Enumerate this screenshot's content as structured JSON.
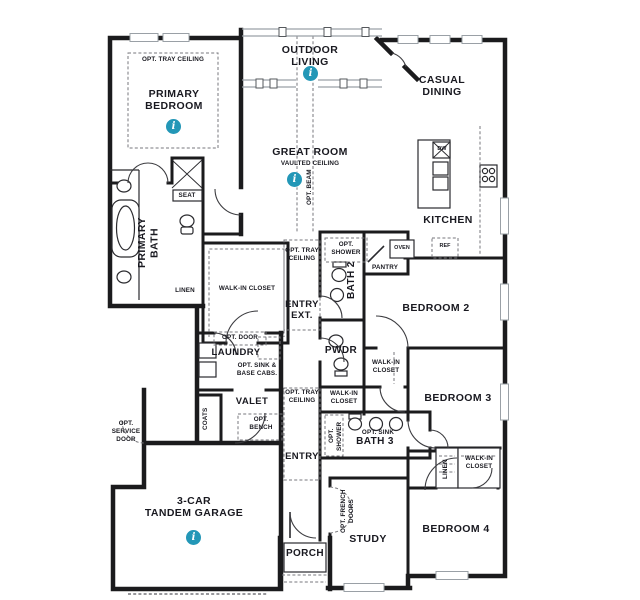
{
  "colors": {
    "wall": "#1b1b1d",
    "accent": "#2397b7",
    "text": "#191920",
    "dash": "#77777c"
  },
  "info_glyph": "i",
  "rooms": {
    "primary_bedroom": {
      "label": "PRIMARY\nBEDROOM",
      "note": "OPT. TRAY CEILING"
    },
    "outdoor_living": {
      "label": "OUTDOOR\nLIVING"
    },
    "casual_dining": {
      "label": "CASUAL\nDINING"
    },
    "great_room": {
      "label": "GREAT ROOM",
      "note": "VAULTED CEILING",
      "beam_note": "OPT. BEAM"
    },
    "kitchen": {
      "label": "KITCHEN",
      "oven": "OVEN",
      "ref": "REF",
      "dw": "DW"
    },
    "pantry": {
      "label": "PANTRY"
    },
    "primary_bath": {
      "label": "PRIMARY\nBATH",
      "seat": "SEAT",
      "linen": "LINEN"
    },
    "walk_in_closet": "WALK-IN CLOSET",
    "entry_ext": {
      "label": "ENTRY\nEXT.",
      "note": "OPT. TRAY CEILING"
    },
    "bath2": {
      "label": "BATH 2",
      "note": "OPT. SHOWER"
    },
    "bedroom2": {
      "label": "BEDROOM 2"
    },
    "pwdr": {
      "label": "PWDR"
    },
    "bedroom3": {
      "label": "BEDROOM 3"
    },
    "laundry": {
      "label": "LAUNDRY",
      "door_note": "OPT. DOOR",
      "sink_note": "OPT. SINK & BASE CABS."
    },
    "valet": {
      "label": "VALET",
      "coats": "COATS",
      "bench_note": "OPT. BENCH"
    },
    "entry": {
      "label": "ENTRY",
      "note": "OPT. TRAY CEILING"
    },
    "bath3": {
      "label": "BATH 3",
      "shower_note": "OPT. SHOWER",
      "sink_note": "OPT. SINK"
    },
    "garage": {
      "label": "3-CAR\nTANDEM GARAGE",
      "service_note": "OPT. SERVICE DOOR"
    },
    "porch": {
      "label": "PORCH"
    },
    "study": {
      "label": "STUDY",
      "door_note": "OPT. FRENCH DOORS"
    },
    "bedroom4": {
      "label": "BEDROOM 4",
      "linen": "LINEN"
    }
  }
}
